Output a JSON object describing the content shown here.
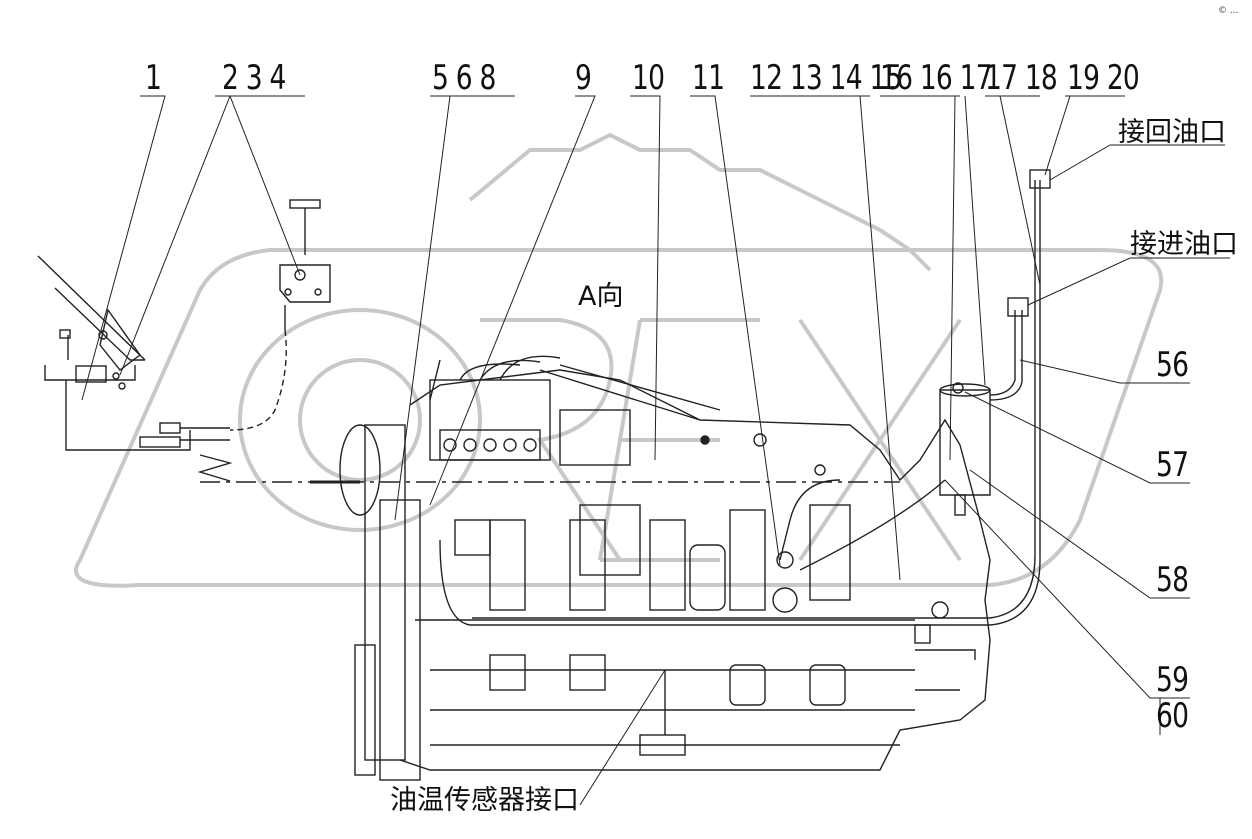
{
  "callouts_top": [
    "1",
    "2 3 4",
    "5 6 8",
    "9",
    "10",
    "11",
    "12 13 14 15",
    "16 16 17",
    "17 18",
    "19 20"
  ],
  "callouts_right": [
    "56",
    "57",
    "58",
    "59",
    "60"
  ],
  "ports": {
    "return_oil": "接回油口",
    "inlet_oil": "接进油口",
    "oil_temp_sensor": "油温传感器接口"
  },
  "view_label": "A向",
  "watermark": "OREX",
  "corner_mark": "© ..."
}
